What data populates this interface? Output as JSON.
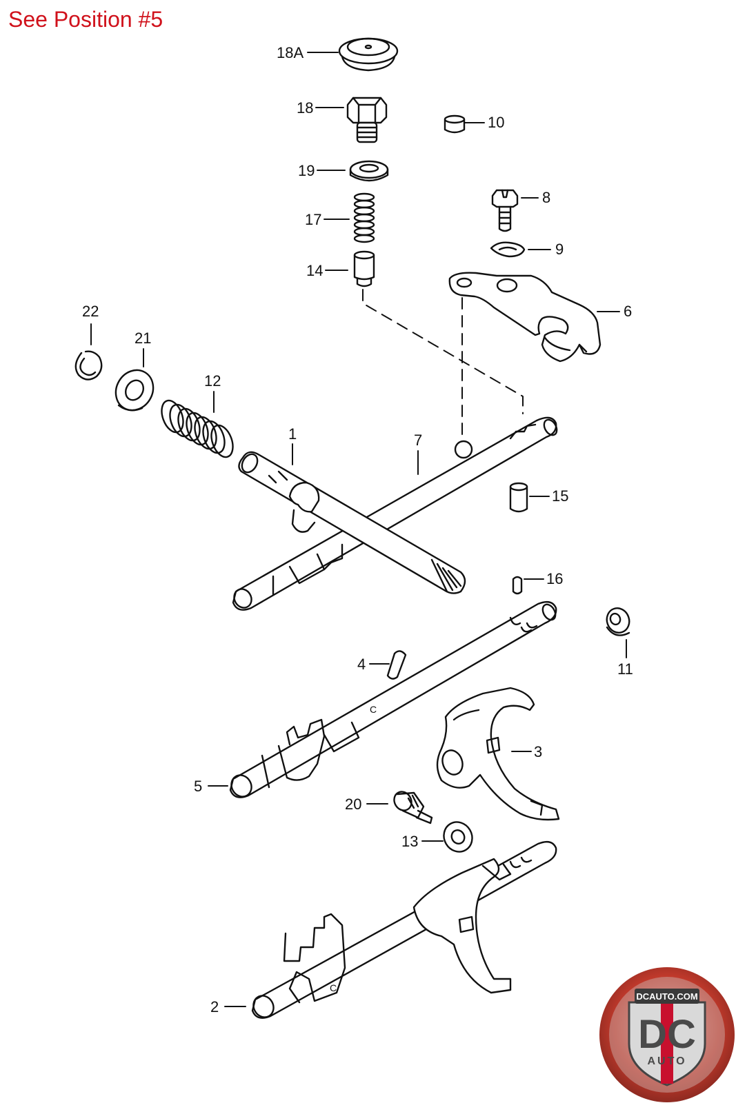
{
  "header_note": "See Position #5",
  "callouts": [
    {
      "id": "18A",
      "label": "18A"
    },
    {
      "id": "18",
      "label": "18"
    },
    {
      "id": "10",
      "label": "10"
    },
    {
      "id": "19",
      "label": "19"
    },
    {
      "id": "8",
      "label": "8"
    },
    {
      "id": "17",
      "label": "17"
    },
    {
      "id": "9",
      "label": "9"
    },
    {
      "id": "14",
      "label": "14"
    },
    {
      "id": "6",
      "label": "6"
    },
    {
      "id": "22",
      "label": "22"
    },
    {
      "id": "21",
      "label": "21"
    },
    {
      "id": "12",
      "label": "12"
    },
    {
      "id": "1",
      "label": "1"
    },
    {
      "id": "7",
      "label": "7"
    },
    {
      "id": "15",
      "label": "15"
    },
    {
      "id": "16",
      "label": "16"
    },
    {
      "id": "11",
      "label": "11"
    },
    {
      "id": "4",
      "label": "4"
    },
    {
      "id": "3",
      "label": "3"
    },
    {
      "id": "5",
      "label": "5"
    },
    {
      "id": "20",
      "label": "20"
    },
    {
      "id": "13",
      "label": "13"
    },
    {
      "id": "2",
      "label": "2"
    }
  ],
  "logo": {
    "site": "DCAUTO.COM",
    "monogram": "DC",
    "tagline": "AUTO",
    "colors": {
      "ring": "#c0392b",
      "badge": "#d9d9d9",
      "stripe": "#c8102e"
    }
  },
  "colors": {
    "line": "#111111",
    "header_text": "#d0111b"
  }
}
